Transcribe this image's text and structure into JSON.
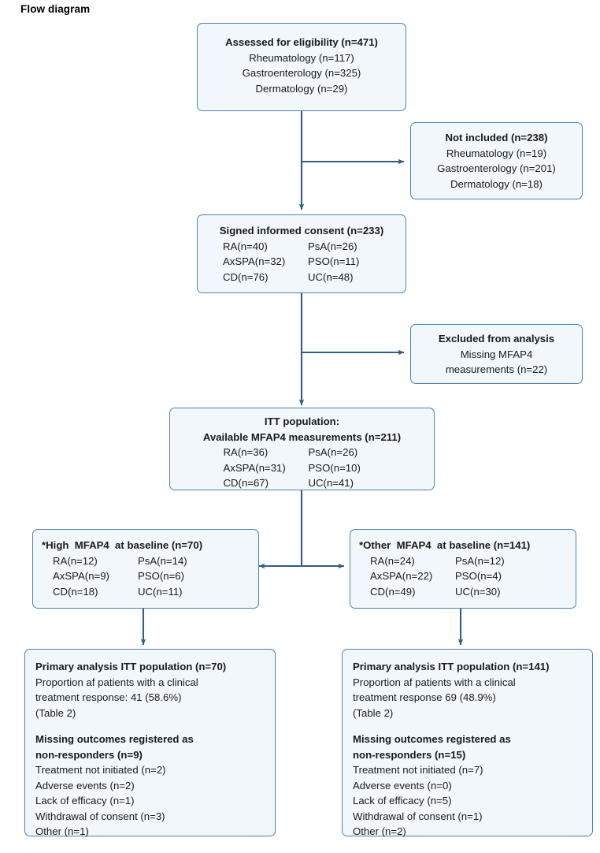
{
  "page": {
    "title": "Flow diagram",
    "accent_border": "#4e81b4",
    "node_fill": "#f2f7fb",
    "connector_color": "#2e5f86"
  },
  "nodes": {
    "assessed": {
      "header": "Assessed for eligibility (n=471)",
      "lines": [
        "Rheumatology (n=117)",
        "Gastroenterology (n=325)",
        "Dermatology (n=29)"
      ]
    },
    "not_included": {
      "header": "Not included (n=238)",
      "lines": [
        "Rheumatology (n=19)",
        "Gastroenterology (n=201)",
        "Dermatology (n=18)"
      ]
    },
    "consent": {
      "header": "Signed informed consent (n=233)",
      "rows": [
        {
          "left": "RA(n=40)",
          "right": "PsA(n=26)"
        },
        {
          "left": "AxSPA(n=32)",
          "right": "PSO(n=11)"
        },
        {
          "left": "CD(n=76)",
          "right": "UC(n=48)"
        }
      ]
    },
    "excluded": {
      "header": "Excluded from analysis",
      "lines": [
        "Missing MFAP4",
        "measurements (n=22)"
      ]
    },
    "itt": {
      "header1": "ITT population:",
      "header2": "Available MFAP4 measurements (n=211)",
      "rows": [
        {
          "left": "RA(n=36)",
          "right": "PsA(n=26)"
        },
        {
          "left": "AxSPA(n=31)",
          "right": "PSO(n=10)"
        },
        {
          "left": "CD(n=67)",
          "right": "UC(n=41)"
        }
      ]
    },
    "high_mfap4": {
      "header": "*High  MFAP4  at baseline (n=70)",
      "rows": [
        {
          "left": "RA(n=12)",
          "right": "PsA(n=14)"
        },
        {
          "left": "AxSPA(n=9)",
          "right": "PSO(n=6)"
        },
        {
          "left": "CD(n=18)",
          "right": "UC(n=11)"
        }
      ]
    },
    "other_mfap4": {
      "header": "*Other  MFAP4  at baseline (n=141)",
      "rows": [
        {
          "left": "RA(n=24)",
          "right": "PsA(n=12)"
        },
        {
          "left": "AxSPA(n=22)",
          "right": "PSO(n=4)"
        },
        {
          "left": "CD(n=49)",
          "right": "UC(n=30)"
        }
      ]
    },
    "primary_left": {
      "header": "Primary analysis ITT population (n=70)",
      "body": [
        "Proportion af patients with a clinical",
        "treatment response: 41 (58.6%)",
        "(Table 2)"
      ],
      "missing_header1": "Missing outcomes registered as",
      "missing_header2": "non-responders (n=9)",
      "missing_items": [
        "Treatment not initiated (n=2)",
        "Adverse events (n=2)",
        "Lack of efficacy (n=1)",
        "Withdrawal of consent (n=3)",
        "Other (n=1)"
      ]
    },
    "primary_right": {
      "header": "Primary analysis ITT population (n=141)",
      "body": [
        "Proportion af patients with a clinical",
        "treatment response 69 (48.9%)",
        "(Table 2)"
      ],
      "missing_header1": "Missing outcomes registered as",
      "missing_header2": "non-responders (n=15)",
      "missing_items": [
        "Treatment not initiated (n=7)",
        "Adverse events (n=0)",
        "Lack of efficacy (n=5)",
        "Withdrawal of consent (n=1)",
        "Other (n=2)"
      ]
    }
  }
}
